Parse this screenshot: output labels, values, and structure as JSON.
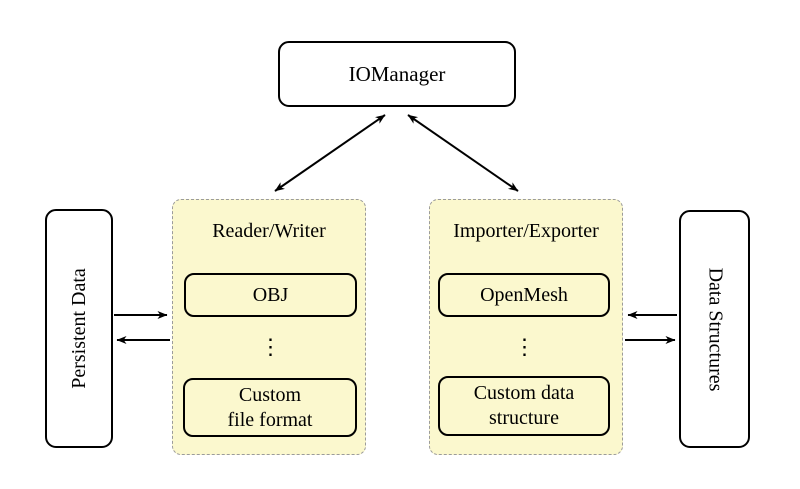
{
  "colors": {
    "panel_fill": "#FBF8CE",
    "panel_border": "#9B9B9B",
    "node_border": "#000000",
    "arrow": "#000000",
    "background": "#FFFFFF"
  },
  "manager": {
    "label": "IOManager"
  },
  "persistent_data": {
    "label": "Persistent Data"
  },
  "data_structures": {
    "label": "Data Structures"
  },
  "reader_writer": {
    "title": "Reader/Writer",
    "top_item": "OBJ",
    "ellipsis": "⋮",
    "bottom_item": "Custom\nfile format"
  },
  "importer_exporter": {
    "title": "Importer/Exporter",
    "top_item": "OpenMesh",
    "ellipsis": "⋮",
    "bottom_item": "Custom data\nstructure"
  }
}
